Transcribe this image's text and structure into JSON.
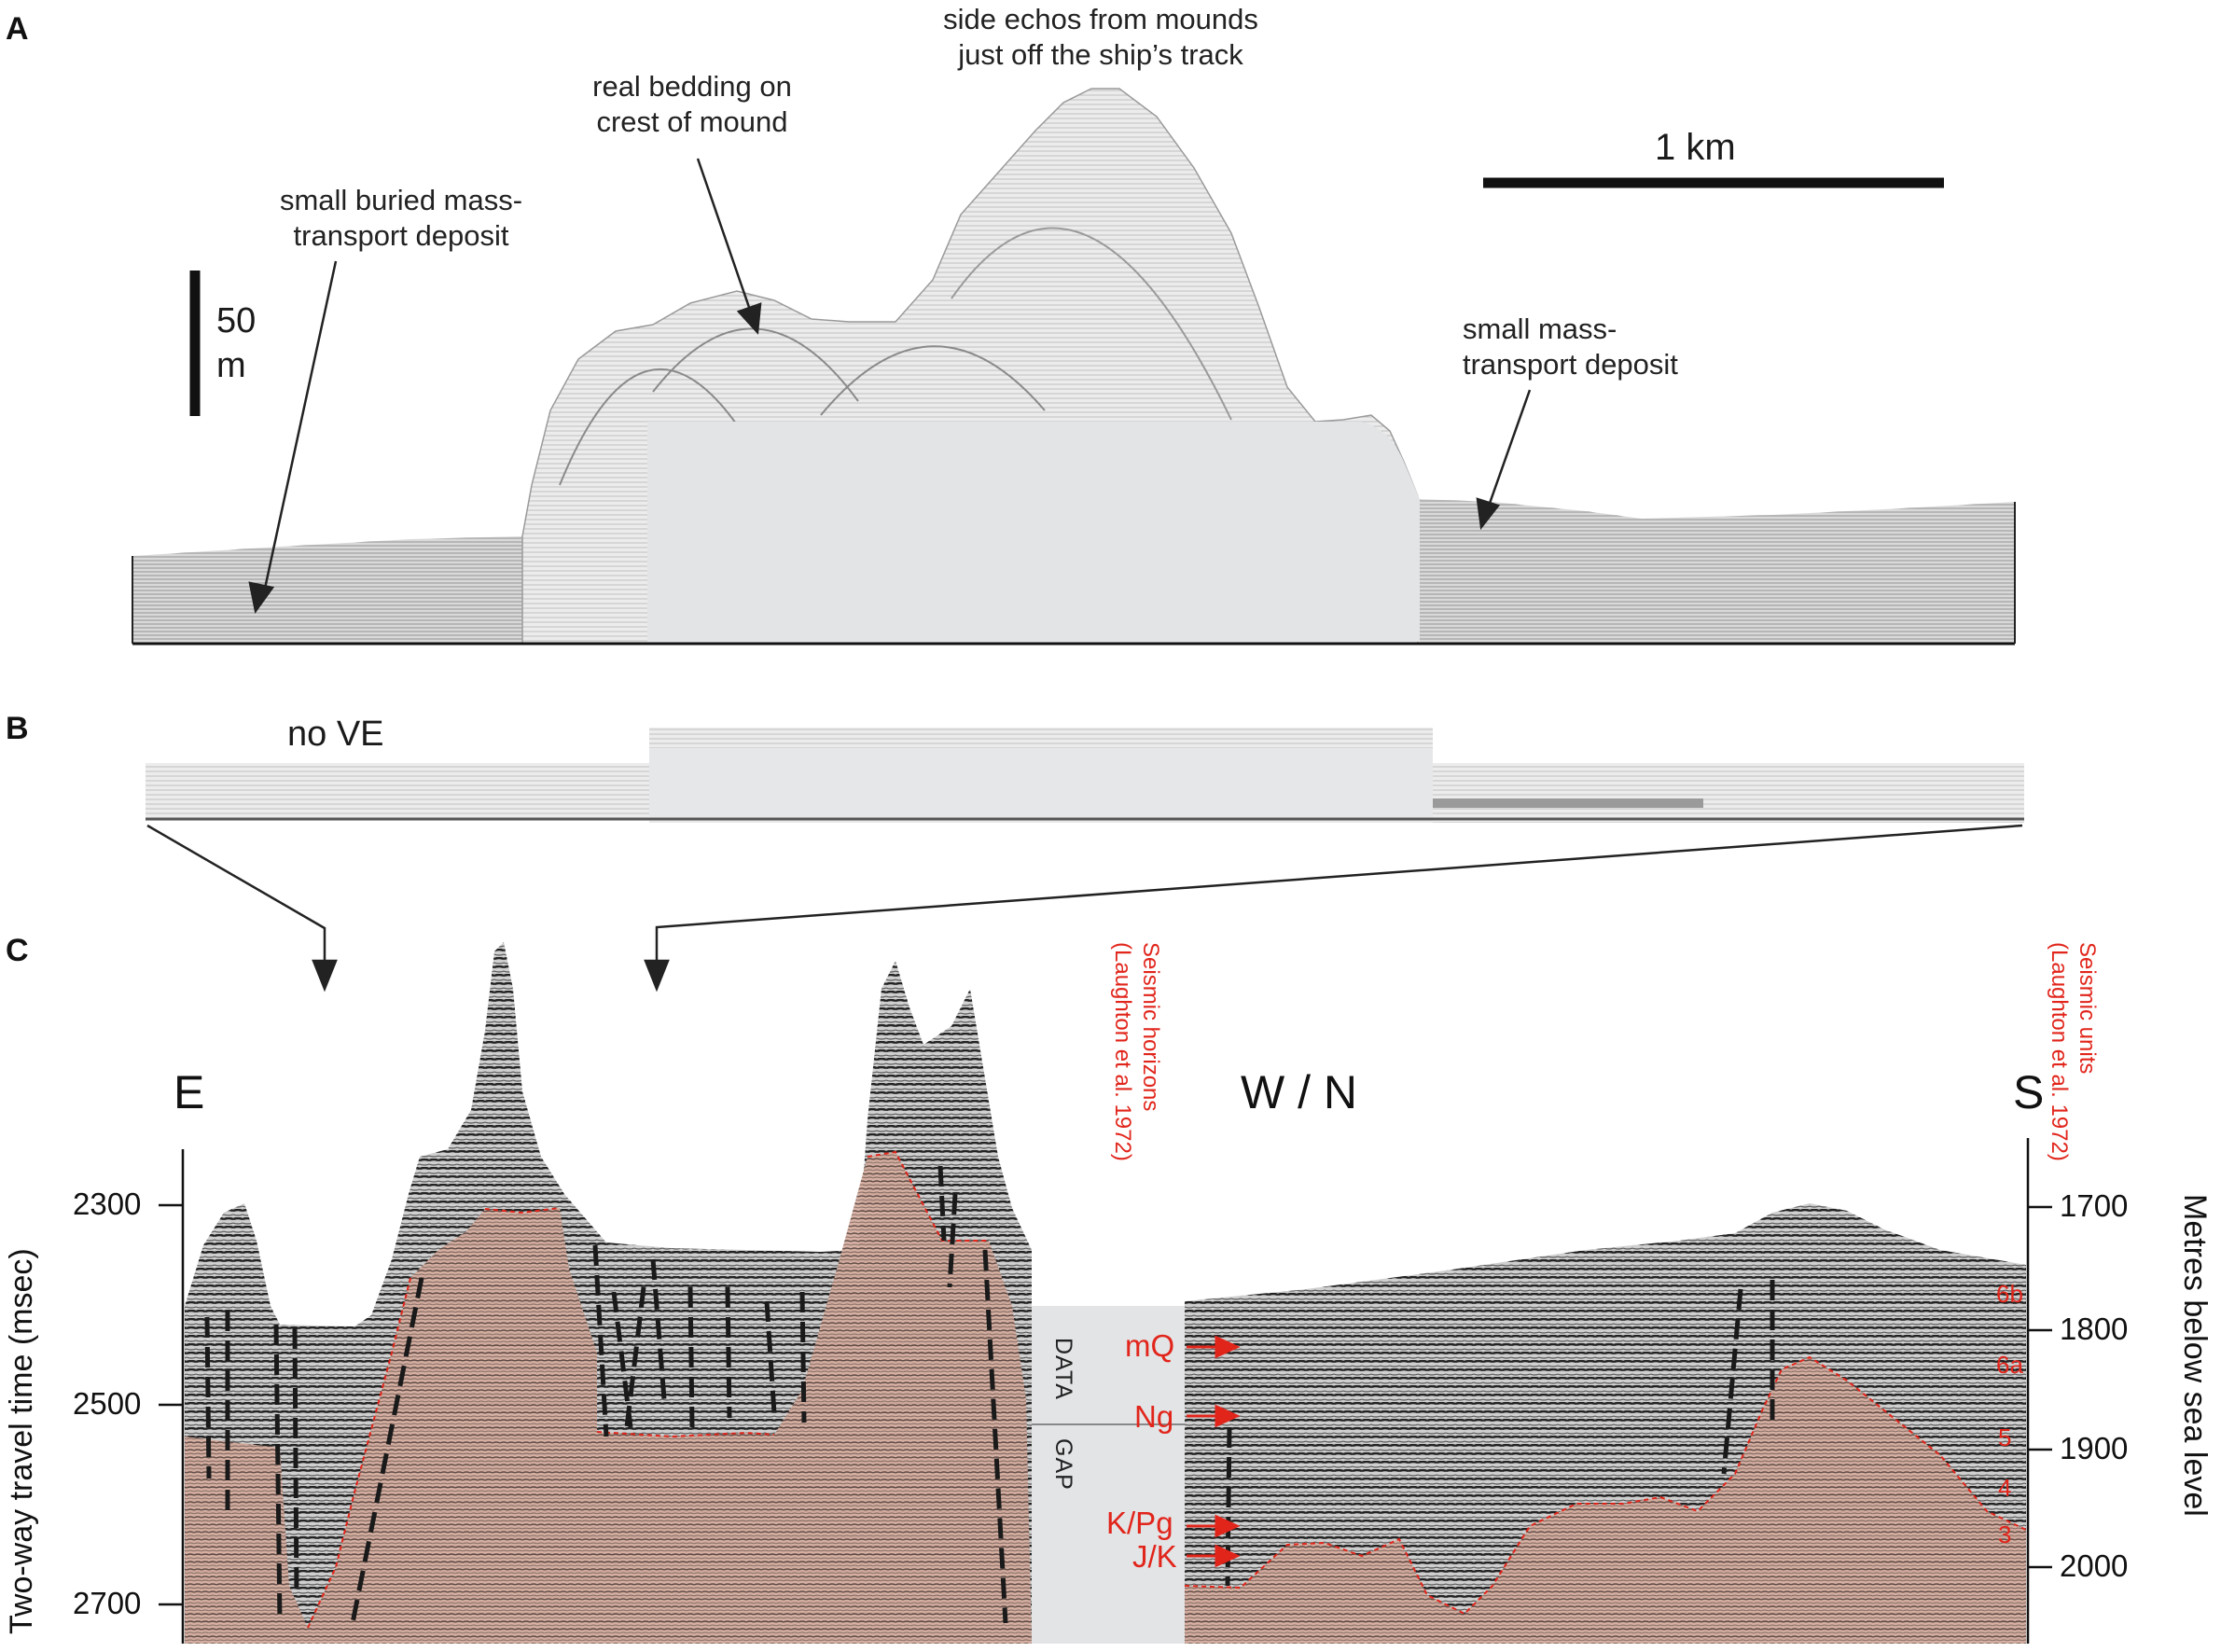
{
  "panels": {
    "a": "A",
    "b": "B",
    "c": "C"
  },
  "panel_a": {
    "ann_side_echos": [
      "side echos from mounds",
      "just off the ship’s track"
    ],
    "ann_real_bedding": [
      "real bedding on",
      "crest of mound"
    ],
    "ann_small_buried": [
      "small buried mass-",
      "transport deposit"
    ],
    "ann_small_mass": [
      "small mass-",
      "transport deposit"
    ],
    "scale_horizontal": "1 km",
    "scale_vertical": [
      "50",
      "m"
    ]
  },
  "panel_b": {
    "label": "no VE"
  },
  "panel_c": {
    "dir_left": "E",
    "dir_mid": "W / N",
    "dir_right": "S",
    "gap_text": [
      "DATA",
      "GAP"
    ],
    "horizons_header": [
      "Seismic horizons",
      "(Laughton et al. 1972)"
    ],
    "units_header": [
      "Seismic units",
      "(Laughton et al. 1972)"
    ],
    "horizons": [
      "mQ",
      "Ng",
      "K/Pg",
      "J/K"
    ],
    "units": [
      "6b",
      "6a",
      "5",
      "4",
      "3"
    ],
    "left_axis": {
      "label": "Two-way travel time (msec)",
      "ticks": [
        "2300",
        "2500",
        "2700"
      ]
    },
    "right_axis": {
      "label": "Metres below sea level",
      "ticks": [
        "1700",
        "1800",
        "1900",
        "2000"
      ]
    }
  },
  "colors": {
    "annotation_red": "#e1251b",
    "basement_fill": "#d8b4a6",
    "gap_fill": "#e3e4e6",
    "profile_gray": "#b9b9b9"
  }
}
